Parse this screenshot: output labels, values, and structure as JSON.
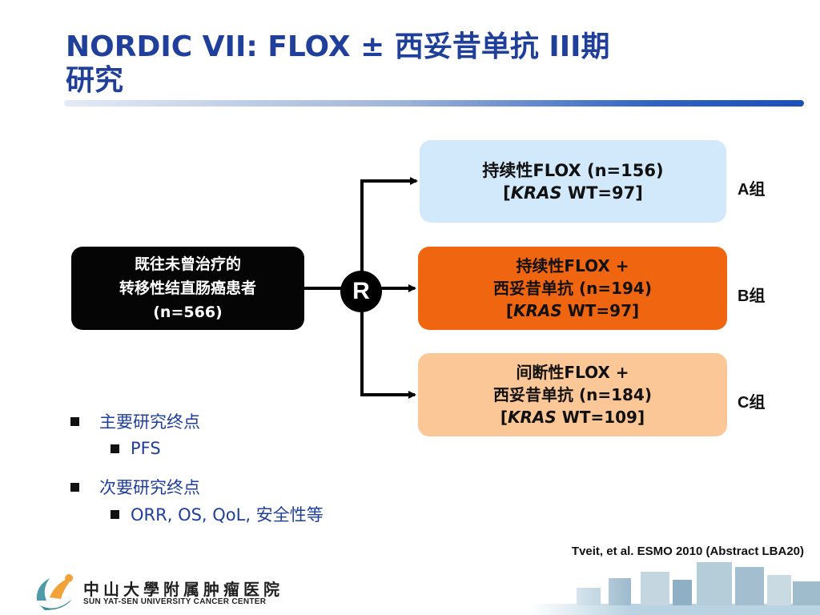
{
  "title": {
    "line1": "NORDIC VII: FLOX ± 西妥昔单抗 III期",
    "line2": "研究"
  },
  "source_box": {
    "line1": "既往未曾治疗的",
    "line2": "转移性结直肠癌患者",
    "line3": "(n=566)"
  },
  "randomize_label": "R",
  "arms": [
    {
      "line1": "持续性FLOX (n=156)",
      "kras_open": "[",
      "kras_word": "KRAS",
      "kras_value": " WT=97]",
      "group": "A组"
    },
    {
      "line1": "持续性FLOX +",
      "line2": "西妥昔单抗 (n=194)",
      "kras_open": "[",
      "kras_word": "KRAS",
      "kras_value": " WT=97]",
      "group": "B组"
    },
    {
      "line1": "间断性FLOX +",
      "line2": "西妥昔单抗 (n=184)",
      "kras_open": "[",
      "kras_word": "KRAS",
      "kras_value": " WT=109]",
      "group": "C组"
    }
  ],
  "endpoints": {
    "primary_label": "主要研究终点",
    "primary_item": "PFS",
    "secondary_label": "次要研究终点",
    "secondary_item": "ORR, OS, QoL, 安全性等"
  },
  "citation": "Tveit, et al. ESMO 2010 (Abstract LBA20)",
  "footer": {
    "logo_cn": "中山大學附属肿瘤医院",
    "logo_en": "SUN YAT-SEN UNIVERSITY CANCER CENTER"
  },
  "colors": {
    "title": "#1f3f9a",
    "source_box": "#050505",
    "arm_a": "#d2e9fb",
    "arm_b": "#f0650f",
    "arm_c": "#fcc796"
  },
  "icons": [
    "university-logo-icon",
    "hospital-skyline-icon",
    "square-bullet-icon"
  ]
}
